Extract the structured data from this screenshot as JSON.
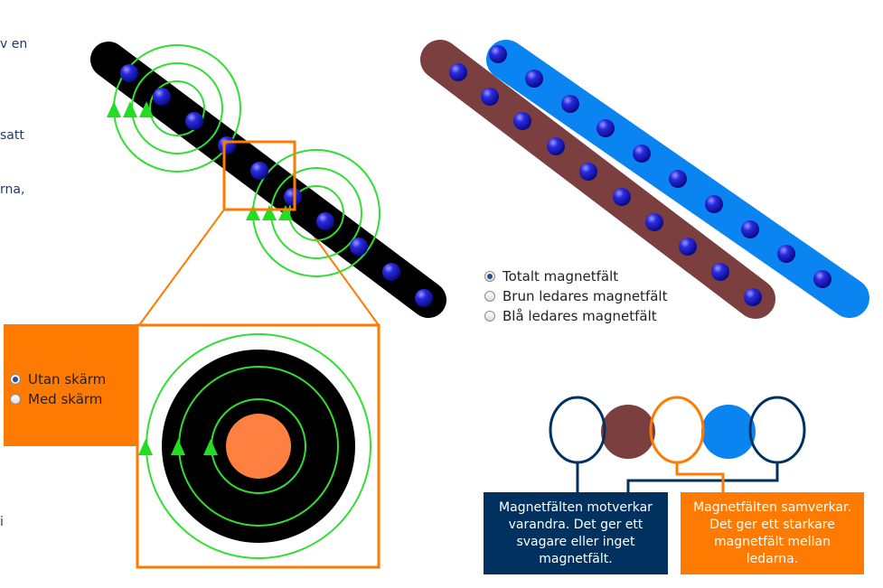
{
  "side_text": [
    "v en",
    "satt",
    "rna,",
    "i"
  ],
  "options_right": {
    "selected_index": 0,
    "items": [
      "Totalt magnetfält",
      "Brun ledares magnetfält",
      "Blå ledares magnetfält"
    ]
  },
  "options_left": {
    "selected_index": 0,
    "items": [
      "Utan skärm",
      "Med skärm"
    ]
  },
  "info": {
    "opposing": "Magnetfälten motverkar varandra. Det ger ett svagare eller inget magnetfält.",
    "cooperating": "Magnetfälten samverkar. Det ger ett starkare magnetfält mellan ledarna."
  },
  "colors": {
    "conductor_black": "#000000",
    "conductor_brown": "#7b3f3f",
    "conductor_blue": "#0a84f0",
    "field_green": "#33dd33",
    "orange": "#ff7a00",
    "navy": "#00315f",
    "core_orange": "#ff8040",
    "electron": "#1010c0"
  }
}
